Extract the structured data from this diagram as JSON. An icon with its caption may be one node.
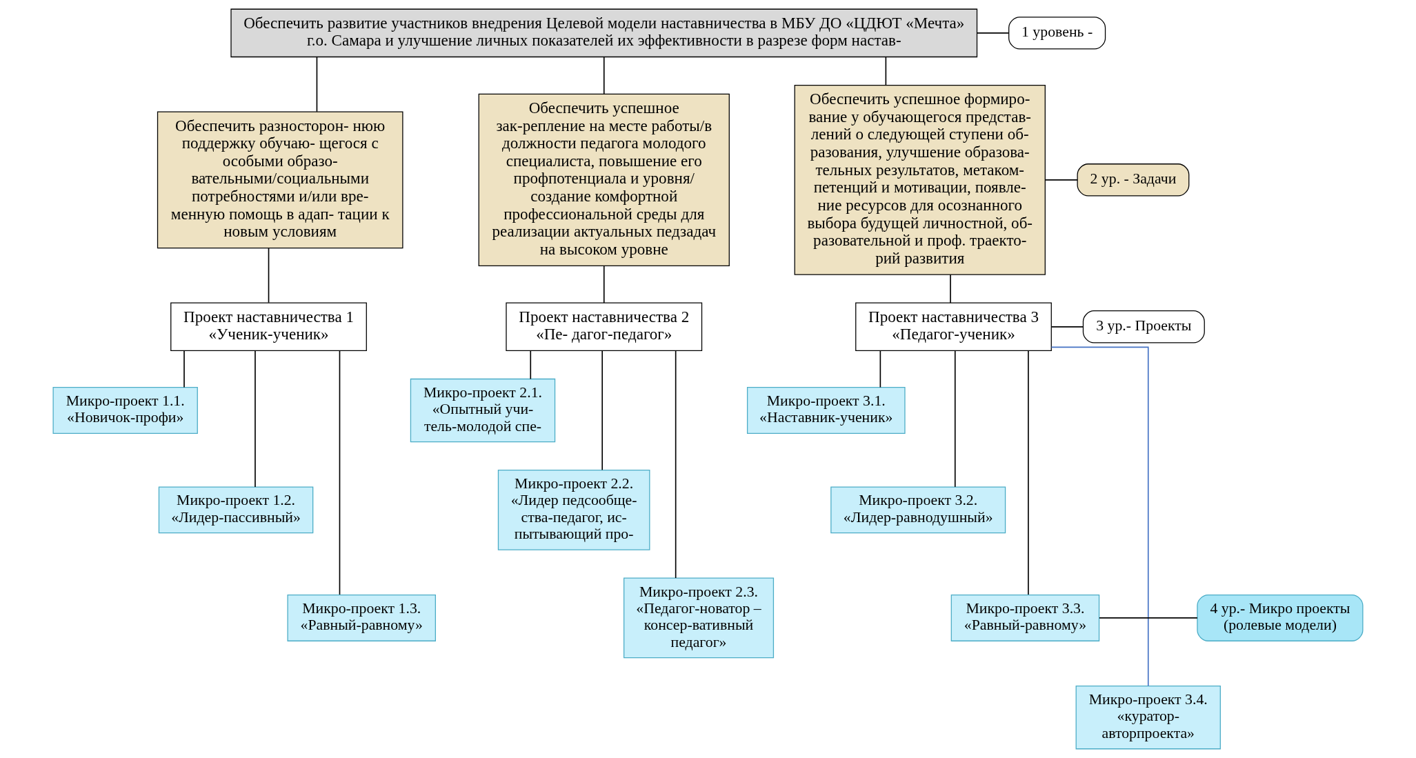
{
  "diagram": {
    "nodes": [
      {
        "text": [
          "Обеспечить развитие участников внедрения Целевой модели наставничества в МБУ ДО «ЦДЮТ «Мечта» г.о. Самара и улучшение личных показателей их эффективности в разрезе форм настав-"
        ]
      },
      {
        "text": [
          "Обеспечить разносторон- нюю поддержку обучаю- щегося с особыми образо- вательными/социальными потребностями и/или вре- менную помощь в адап- тации к новым условиям"
        ]
      },
      {
        "text": [
          "Обеспечить успешное зак-репление на месте работы/в должности педагога молодого специалиста, повышение его профпотенциала и уровня/ создание комфортной профессиональной среды для реализации актуальных педзадач на высоком уровне"
        ]
      },
      {
        "text": [
          "Обеспечить успешное формиро- вание у обучающегося представ- лений о следующей ступени об- разования, улучшение образова- тельных результатов, метаком- петенций и мотивации, появле- ние ресурсов для осознанного выбора будущей личностной, об- разовательной и проф. траекто- рий развития"
        ]
      },
      {
        "text": [
          "Проект наставничества 1 «Ученик-ученик»"
        ]
      },
      {
        "text": [
          "Микро-проект 1.1. «Новичок-профи»"
        ]
      },
      {
        "text": [
          "Микро-проект 1.2. «Лидер-пассивный»"
        ]
      },
      {
        "text": [
          "Микро-проект 1.3. «Равный-равному»"
        ]
      },
      {
        "text": [
          "Проект наставничества 2 «Пе- дагог-педагог»"
        ]
      },
      {
        "text": [
          "Микро-проект 2.1. «Опытный учи- тель-молодой спе-"
        ]
      },
      {
        "text": [
          "Микро-проект 2.2. «Лидер педсообще- ства-педагог, ис- пытывающий про-"
        ]
      },
      {
        "text": [
          "Микро-проект 2.3. «Педагог-новатор – консер-вативный педагог»"
        ]
      },
      {
        "text": [
          "Проект наставничества 3 «Педагог-ученик»"
        ]
      },
      {
        "text": [
          "Микро-проект 3.1. «Наставник-ученик»"
        ]
      },
      {
        "text": [
          "Микро-проект 3.2. «Лидер-равнодушный»"
        ]
      },
      {
        "text": [
          "Микро-проект 3.3. «Равный-равному»"
        ]
      },
      {
        "text": [
          "Микро-проект 3.4. «куратор- авторпроекта»"
        ]
      },
      {
        "text": [
          "1 уровень -"
        ]
      },
      {
        "text": [
          "2 ур. - Задачи"
        ]
      },
      {
        "text": [
          "3 ур.- Проекты"
        ]
      },
      {
        "text": [
          "4 ур.- Микро проекты (ролевые модели)"
        ]
      }
    ],
    "edges": [
      {
        "from": 0,
        "to": 1,
        "arrow": "none"
      },
      {
        "from": 0,
        "to": 2,
        "arrow": "none"
      },
      {
        "from": 0,
        "to": 3,
        "arrow": "none"
      },
      {
        "from": 1,
        "to": 4,
        "arrow": "none"
      },
      {
        "from": 4,
        "to": 5,
        "arrow": "none"
      },
      {
        "from": 4,
        "to": 6,
        "arrow": "none"
      },
      {
        "from": 4,
        "to": 7,
        "arrow": "none"
      },
      {
        "from": 2,
        "to": 8,
        "arrow": "none"
      },
      {
        "from": 8,
        "to": 9,
        "arrow": "none"
      },
      {
        "from": 8,
        "to": 10,
        "arrow": "none"
      },
      {
        "from": 8,
        "to": 11,
        "arrow": "none"
      },
      {
        "from": 3,
        "to": 12,
        "arrow": "none"
      },
      {
        "from": 12,
        "to": 13,
        "arrow": "none"
      },
      {
        "from": 12,
        "to": 14,
        "arrow": "none"
      },
      {
        "from": 12,
        "to": 15,
        "arrow": "none"
      },
      {
        "from": 12,
        "to": 16,
        "arrow": "none",
        "color": "#4472c4"
      },
      {
        "from": 17,
        "to": 0,
        "arrow": "none"
      },
      {
        "from": 18,
        "to": 3,
        "arrow": "none"
      },
      {
        "from": 19,
        "to": 12,
        "arrow": "none"
      },
      {
        "from": 20,
        "to": 15,
        "arrow": "none"
      }
    ]
  }
}
